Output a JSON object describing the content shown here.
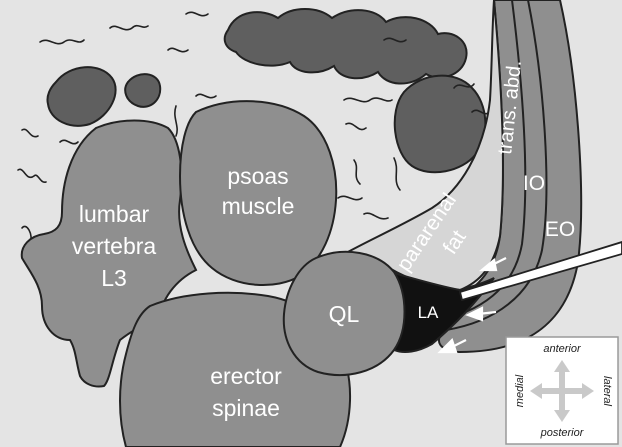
{
  "labels": {
    "lumbar": [
      "lumbar",
      "vertebra",
      "L3"
    ],
    "psoas": [
      "psoas",
      "muscle"
    ],
    "erector": [
      "erector",
      "spinae"
    ],
    "ql": "QL",
    "la": "LA",
    "pararenal": [
      "pararenal",
      "fat"
    ],
    "trans_abd": "trans. abd.",
    "io": "IO",
    "eo": "EO"
  },
  "compass": {
    "anterior": "anterior",
    "posterior": "posterior",
    "medial": "medial",
    "lateral": "lateral"
  },
  "colors": {
    "background": "#e4e4e4",
    "tissue_mid": "#8f8f8f",
    "tissue_dark": "#5f5f5f",
    "fat": "#d6d6d6",
    "la": "#111111",
    "outline": "#222222"
  }
}
